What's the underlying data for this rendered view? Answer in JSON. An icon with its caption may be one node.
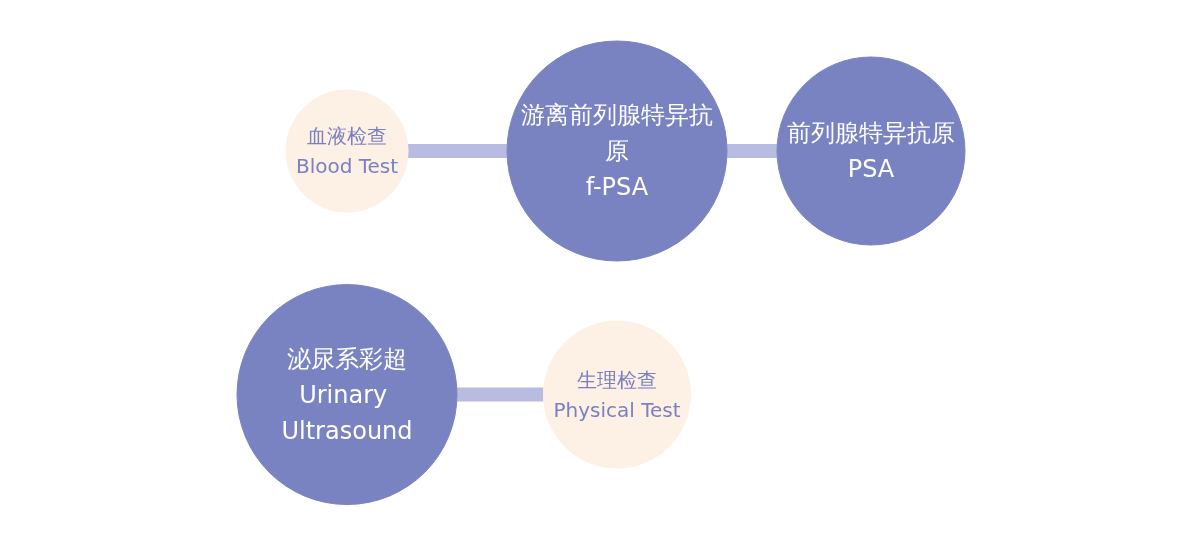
{
  "diagram": {
    "nodes": [
      {
        "text": [
          "血液检查",
          "Blood Test"
        ]
      },
      {
        "text": [
          "游离前列腺特异抗原",
          "f-PSA"
        ]
      },
      {
        "text": [
          "前列腺特异抗原",
          "PSA"
        ]
      },
      {
        "text": [
          "泌尿系彩超",
          "Urinary Ultrasound"
        ]
      },
      {
        "text": [
          "生理检查",
          "Physical Test"
        ]
      }
    ],
    "edges": [
      {
        "from": 0,
        "to": 1,
        "arrow": "none"
      },
      {
        "from": 1,
        "to": 2,
        "arrow": "none"
      },
      {
        "from": 3,
        "to": 4,
        "arrow": "none"
      }
    ]
  }
}
